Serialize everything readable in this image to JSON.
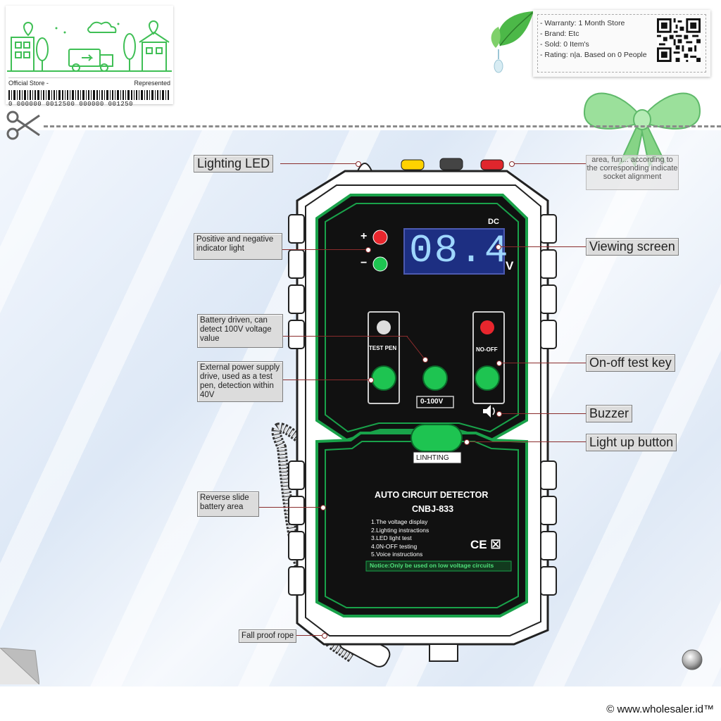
{
  "store_card": {
    "left_label": "Official Store -",
    "right_label": "Represented",
    "barcode_number": "0 000000 0012500 000000 001250"
  },
  "info_card": {
    "warranty": "- Warranty: 1 Month Store",
    "brand": "- Brand: Etc",
    "sold": "- Sold: 0 Item's",
    "rating": "- Rating: n|a. Based on 0 People"
  },
  "device": {
    "polarity_plus": "+",
    "polarity_minus": "−",
    "dc_label": "DC",
    "display_value": "08.4",
    "unit": "V",
    "test_pen_label": "TEST PEN",
    "no_off_label": "NO-OFF",
    "range_label": "0-100V",
    "lighting_label": "LINHTING",
    "title": "AUTO CIRCUIT DETECTOR",
    "model": "CNBJ-833",
    "features": [
      "1.The voltage display",
      "2.Lighting instractions",
      "3.LED light test",
      "4.0N-OFF testing",
      "5.Voice instructions"
    ],
    "notice": "Notice:Only be used on low voltage circuits",
    "marks": "CE ☒"
  },
  "callouts": {
    "lighting_led": "Lighting LED",
    "faded_note": "area, fun... according to the corresponding indicate socket alignment",
    "polarity_light": "Positive and negative indicator light",
    "viewing_screen": "Viewing screen",
    "battery_driven": "Battery driven, can detect 100V voltage value",
    "external_power": "External power supply drive, used as a test pen, detection within 40V",
    "onoff_key": "On-off test key",
    "buzzer": "Buzzer",
    "light_up_button": "Light up button",
    "reverse_slide": "Reverse slide battery area",
    "fall_proof": "Fall proof rope"
  },
  "colors": {
    "device_green": "#19a24a",
    "label_bg": "#dcdcdc",
    "lcd_bg": "#1d2f82",
    "leader_red": "#8a2c2c"
  },
  "footer": {
    "copyright": "© www.wholesaler.id™"
  }
}
